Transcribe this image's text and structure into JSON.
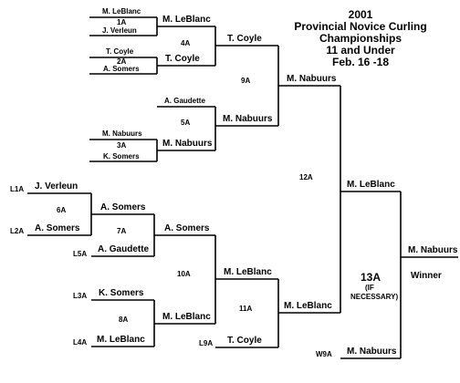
{
  "title": {
    "line1": "2001",
    "line2": "Provincial Novice Curling",
    "line3": "Championships",
    "line4": "11 and Under",
    "line5": "Feb. 16 -18"
  },
  "winners_bracket": {
    "g1a": {
      "game": "1A",
      "team1": "M. LeBlanc",
      "team2": "J. Verleun",
      "winner": "M. LeBlanc"
    },
    "g2a": {
      "game": "2A",
      "team1": "T. Coyle",
      "team2": "A. Somers",
      "winner": "T. Coyle"
    },
    "g3a": {
      "game": "3A",
      "team1": "M. Nabuurs",
      "team2": "K. Somers",
      "winner": "M. Nabuurs"
    },
    "g4a": {
      "game": "4A",
      "winner": "T. Coyle"
    },
    "g5a": {
      "game": "5A",
      "bye": "A. Gaudette",
      "winner": "M. Nabuurs"
    },
    "g9a": {
      "game": "9A",
      "winner": "M. Nabuurs"
    }
  },
  "losers_bracket": {
    "g6a": {
      "game": "6A",
      "team1": "J. Verleun",
      "team1_src": "L1A",
      "team2": "A. Somers",
      "team2_src": "L2A",
      "winner": "A. Somers"
    },
    "g7a": {
      "game": "7A",
      "team2": "A. Gaudette",
      "team2_src": "L5A",
      "winner": "A. Somers"
    },
    "g8a": {
      "game": "8A",
      "team1": "K. Somers",
      "team1_src": "L3A",
      "team2": "M. LeBlanc",
      "team2_src": "L4A",
      "winner": "M. LeBlanc"
    },
    "g10a": {
      "game": "10A",
      "winner": "M. LeBlanc"
    },
    "g11a": {
      "game": "11A",
      "team2": "T. Coyle",
      "team2_src": "L9A",
      "winner": "M. LeBlanc"
    }
  },
  "final": {
    "g12a": {
      "game": "12A",
      "winner": "M. LeBlanc"
    },
    "g13a": {
      "game": "13A",
      "note1": "(IF",
      "note2": "NECESSARY)",
      "team2": "M. Nabuurs",
      "team2_src": "W9A"
    },
    "champion": "M. Nabuurs",
    "champion_label": "Winner"
  }
}
